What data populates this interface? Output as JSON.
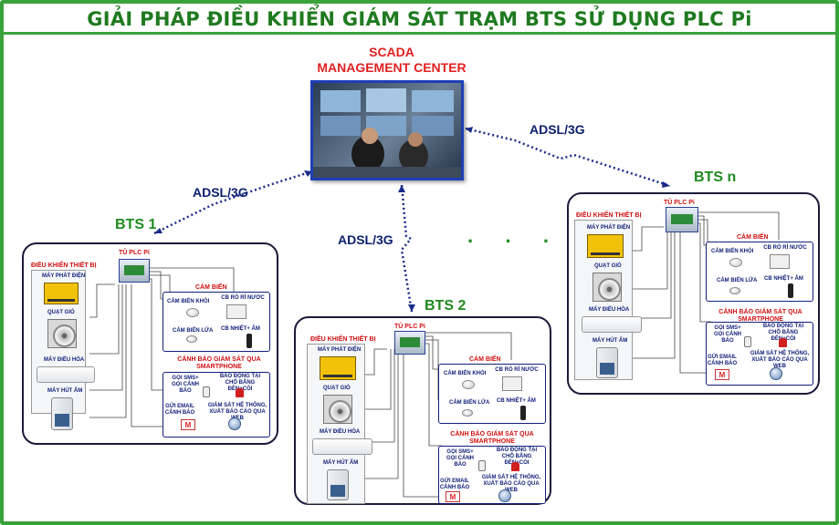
{
  "title": "GIẢI PHÁP ĐIỀU KHIỂN GIÁM SÁT TRẠM BTS SỬ DỤNG PLC Pi",
  "scada": {
    "line1": "SCADA",
    "line2": "MANAGEMENT CENTER"
  },
  "links": {
    "bts1": "ADSL/3G",
    "bts2": "ADSL/3G",
    "btsn": "ADSL/3G"
  },
  "ellipsis": "· · ·",
  "stations": {
    "bts1": {
      "name": "BTS 1",
      "device_control": "ĐIỀU KHIỂN THIẾT BỊ",
      "plc": "TỦ PLC Pi",
      "generator": "MÁY PHÁT ĐIỆN",
      "fan": "QUẠT GIÓ",
      "ac": "MÁY ĐIỀU HÒA",
      "dehumidifier": "MÁY HÚT ẨM",
      "sensors_title": "CẢM BIẾN",
      "smoke": "CẢM BIẾN KHÓI",
      "leak": "CB RÒ RỈ NƯỚC",
      "fire": "CẢM BIẾN LỬA",
      "temp": "CB NHIỆT+ ẨM",
      "alert_title": "CẢNH BÁO GIÁM SÁT QUA SMARTPHONE",
      "sms": "GỌI SMS+ GỌI CẢNH BÁO",
      "siren": "BÁO ĐỘNG TẠI CHỖ BẰNG ĐÈN+CÒI",
      "email": "GỬI EMAIL CẢNH BÁO",
      "web": "GIÁM SÁT HỆ THỐNG, XUẤT BÁO CÁO QUA WEB"
    },
    "bts2": {
      "name": "BTS 2",
      "device_control": "ĐIỀU KHIỂN THIẾT BỊ",
      "plc": "TỦ PLC Pi",
      "generator": "MÁY PHÁT ĐIỆN",
      "fan": "QUẠT GIÓ",
      "ac": "MÁY ĐIỀU HÒA",
      "dehumidifier": "MÁY HÚT ẨM",
      "sensors_title": "CẢM BIẾN",
      "smoke": "CẢM BIẾN KHÓI",
      "leak": "CB RÒ RỈ NƯỚC",
      "fire": "CẢM BIẾN LỬA",
      "temp": "CB NHIỆT+ ẨM",
      "alert_title": "CẢNH BÁO GIÁM SÁT QUA SMARTPHONE",
      "sms": "GỌI SMS+ GỌI CẢNH BÁO",
      "siren": "BÁO ĐỘNG TẠI CHỖ BẰNG ĐÈN+CÒI",
      "email": "GỬI EMAIL CẢNH BÁO",
      "web": "GIÁM SÁT HỆ THỐNG, XUẤT BÁO CÁO QUA WEB"
    },
    "btsn": {
      "name": "BTS n",
      "device_control": "ĐIỀU KHIỂN THIẾT BỊ",
      "plc": "TỦ PLC Pi",
      "generator": "MÁY PHÁT ĐIỆN",
      "fan": "QUẠT GIÓ",
      "ac": "MÁY ĐIỀU HÒA",
      "dehumidifier": "MÁY HÚT ẨM",
      "sensors_title": "CẢM BIẾN",
      "smoke": "CẢM BIẾN KHÓI",
      "leak": "CB RÒ RỈ NƯỚC",
      "fire": "CẢM BIẾN LỬA",
      "temp": "CB NHIỆT+ ẨM",
      "alert_title": "CẢNH BÁO GIÁM SÁT QUA SMARTPHONE",
      "sms": "GỌI SMS+ GỌI CẢNH BÁO",
      "siren": "BÁO ĐỘNG TẠI CHỖ BẰNG ĐÈN+CÒI",
      "email": "GỬI EMAIL CẢNH BÁO",
      "web": "GIÁM SÁT HỆ THỐNG, XUẤT BÁO CÁO QUA WEB"
    }
  },
  "icons": [
    "scada-control-room-photo",
    "generator-icon",
    "fan-icon",
    "air-conditioner-icon",
    "dehumidifier-icon",
    "plc-cabinet-icon",
    "smoke-sensor-icon",
    "water-leak-sensor-icon",
    "fire-sensor-icon",
    "temperature-humidity-sensor-icon",
    "phone-icon",
    "siren-icon",
    "gmail-icon",
    "web-globe-icon"
  ],
  "colors": {
    "title": "#1f7a1f",
    "frame": "#3aa23a",
    "red_heading": "#d01010",
    "navy_label": "#12207a",
    "link_dots": "#1a2a8a"
  }
}
